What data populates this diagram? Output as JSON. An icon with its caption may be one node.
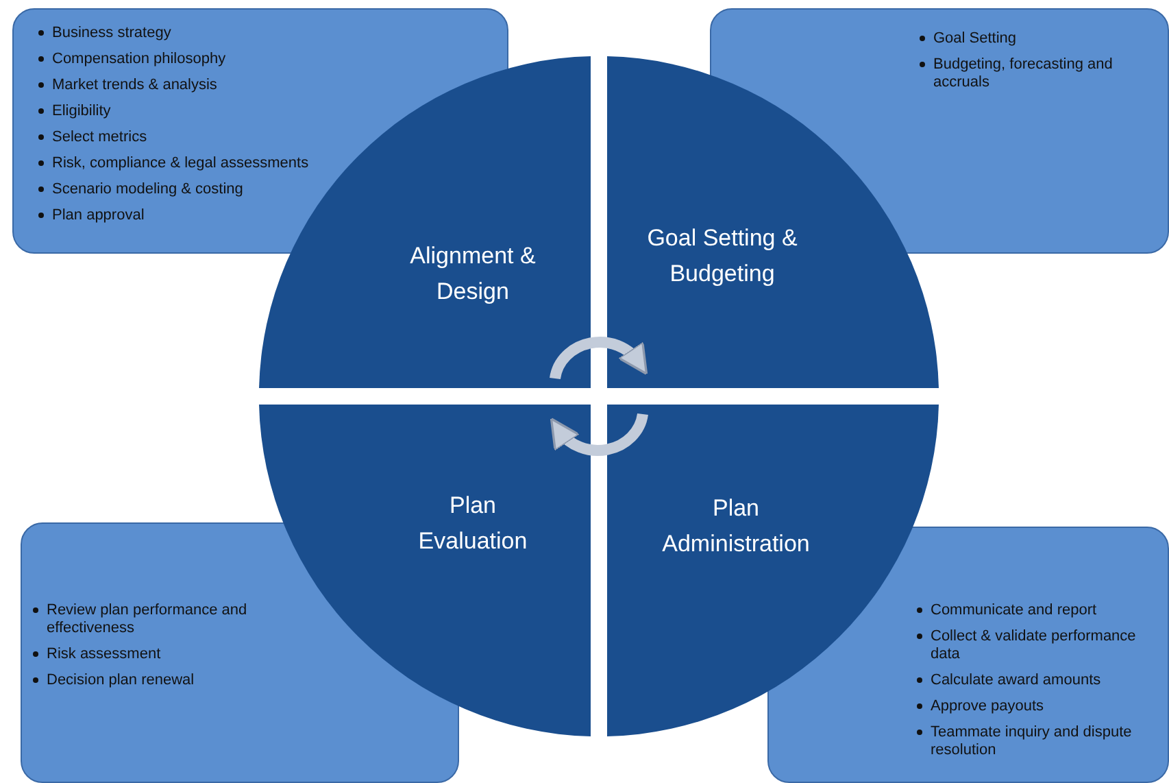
{
  "diagram": {
    "nodes": [
      {
        "text": [
          "Business strategy",
          "Compensation philosophy",
          "Market trends & analysis",
          "Eligibility",
          "Select metrics",
          "Risk, compliance & legal assessments",
          "Scenario modeling & costing",
          "Plan approval"
        ]
      },
      {
        "text": [
          "Goal Setting",
          "Budgeting, forecasting and accruals"
        ]
      },
      {
        "text": [
          "Alignment & Design"
        ]
      },
      {
        "text": [
          "Goal Setting & Budgeting"
        ]
      },
      {
        "text": [
          "Plan Evaluation"
        ]
      },
      {
        "text": [
          "Plan Administration"
        ]
      },
      {
        "text": [
          "Review plan performance and effectiveness",
          "Risk assessment",
          "Decision plan renewal"
        ]
      },
      {
        "text": [
          "Communicate and report",
          "Collect & validate performance data",
          "Calculate award amounts",
          "Approve payouts",
          "Teammate inquiry and dispute resolution"
        ]
      }
    ],
    "edges": [
      {
        "from": 2,
        "to": 3,
        "arrow": "to"
      },
      {
        "from": 5,
        "to": 4,
        "arrow": "to"
      }
    ]
  }
}
